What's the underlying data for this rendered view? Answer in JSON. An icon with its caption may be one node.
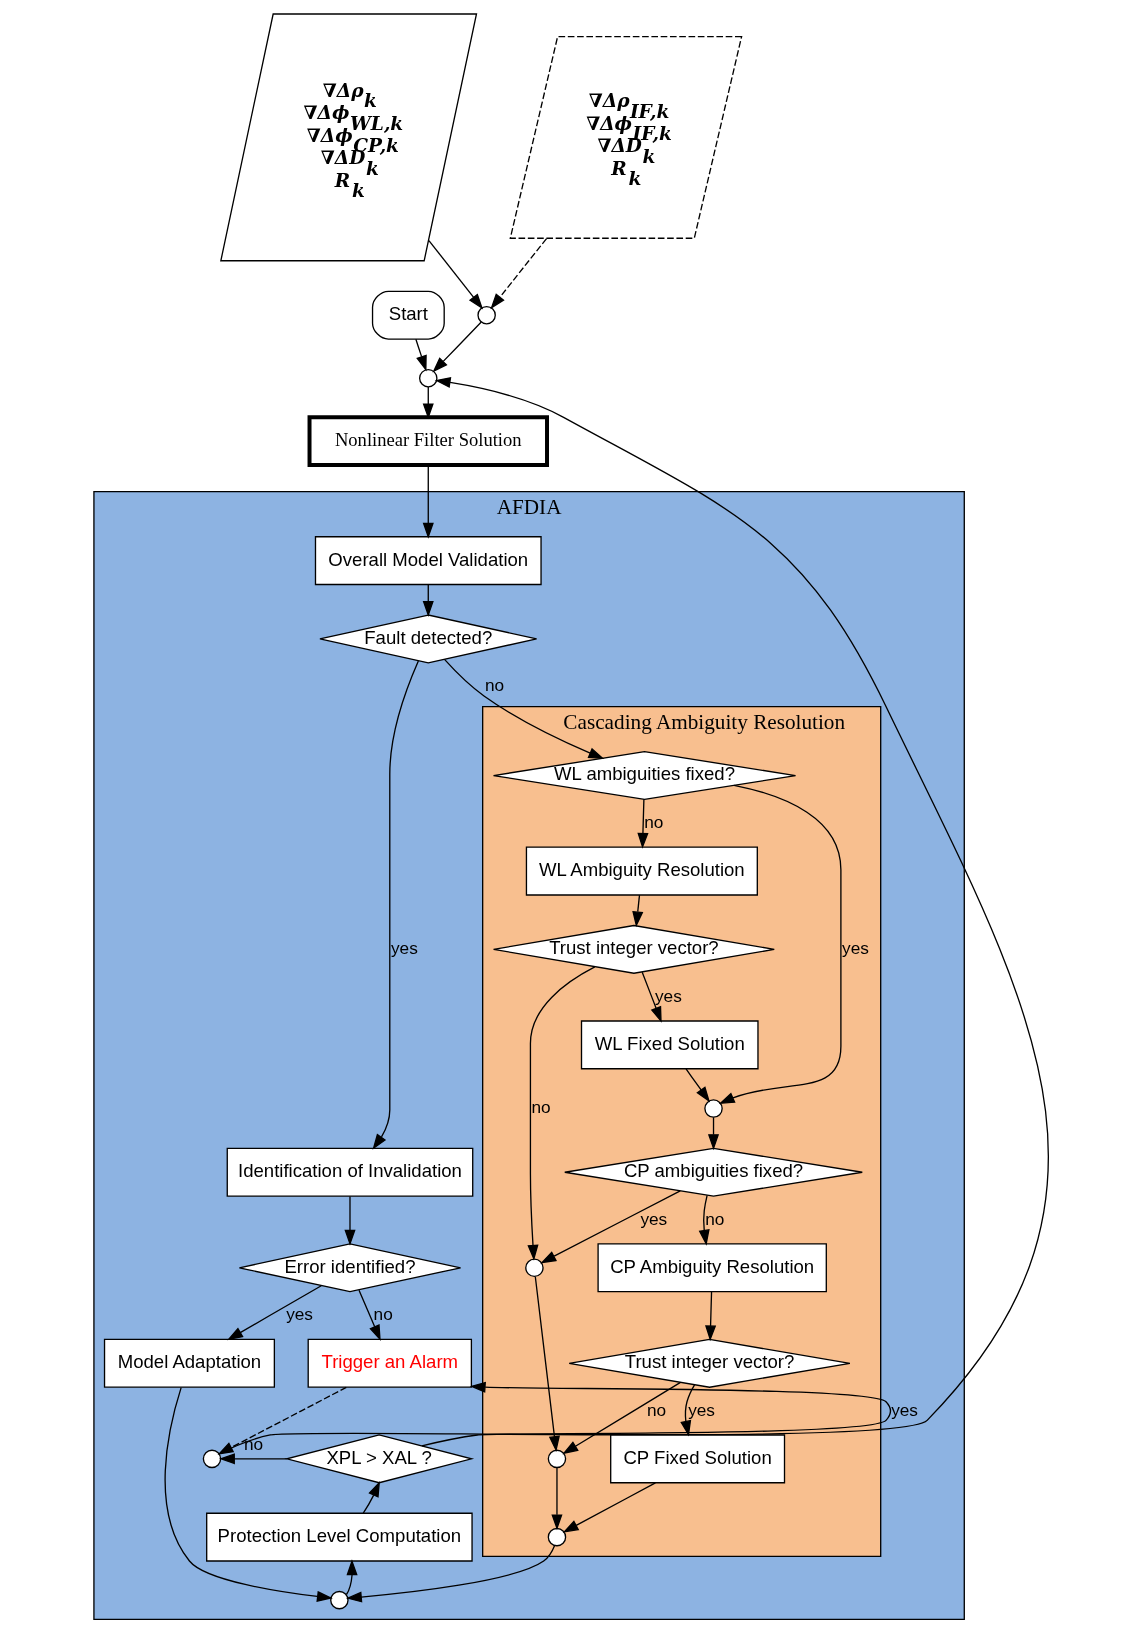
{
  "diagram": {
    "nodes": [
      {
        "text": [
          "Start"
        ]
      },
      {
        "text": [],
        "shape": "circle"
      },
      {
        "text": [],
        "shape": "circle"
      },
      {
        "text": [
          "∇Δρ$_{k}$",
          "∇Δϕ$_{WL,k}$",
          "∇Δϕ$_{CP,k}$",
          "∇ΔD$_{k}$",
          "R$_{k}$"
        ]
      },
      {
        "text": [
          "∇Δρ$_{IF,k}$",
          "∇Δϕ$_{IF,k}$",
          "∇ΔD$_{k}$",
          "R$_{k}$"
        ]
      },
      {
        "text": [
          "Nonlinear Filter Solution"
        ]
      },
      {
        "text": [
          "AFDIA"
        ]
      },
      {
        "text": [
          "Overall Model Validation"
        ],
        "in": 6
      },
      {
        "text": [
          "Fault detected?"
        ],
        "in": 6
      },
      {
        "text": [
          "Identification of Invalidation"
        ],
        "in": 6
      },
      {
        "text": [
          "Error identified?"
        ],
        "in": 6
      },
      {
        "text": [
          "Model Adaptation"
        ],
        "in": 6
      },
      {
        "text": [
          "Trigger an Alarm"
        ],
        "in": 6
      },
      {
        "text": [],
        "shape": "circle",
        "in": 6
      },
      {
        "text": [
          "XPL > XAL ?"
        ],
        "in": 6
      },
      {
        "text": [
          "Protection Level Computation"
        ],
        "in": 6
      },
      {
        "text": [],
        "shape": "circle",
        "in": 6
      },
      {
        "text": [
          "Cascading Ambiguity Resolution"
        ],
        "in": 6
      },
      {
        "text": [
          "WL ambiguities fixed?"
        ],
        "in": 17
      },
      {
        "text": [
          "WL Ambiguity Resolution"
        ],
        "in": 17
      },
      {
        "text": [
          "Trust integer vector?"
        ],
        "in": 17
      },
      {
        "text": [
          "WL Fixed Solution"
        ],
        "in": 17
      },
      {
        "text": [],
        "shape": "circle",
        "in": 17
      },
      {
        "text": [
          "CP ambiguities fixed?"
        ],
        "in": 17
      },
      {
        "text": [],
        "shape": "circle",
        "in": 17
      },
      {
        "text": [
          "CP Ambiguity Resolution"
        ],
        "in": 17
      },
      {
        "text": [
          "Trust integer vector?"
        ],
        "in": 17
      },
      {
        "text": [],
        "shape": "circle",
        "in": 17
      },
      {
        "text": [
          "CP Fixed Solution"
        ],
        "in": 17
      },
      {
        "text": [],
        "shape": "circle",
        "in": 17
      }
    ],
    "edges": [
      {
        "from": 0,
        "to": 1,
        "arrow": "to"
      },
      {
        "from": 1,
        "to": 5,
        "arrow": "to"
      },
      {
        "from": 2,
        "to": 1,
        "arrow": "to"
      },
      {
        "from": 3,
        "to": 2,
        "arrow": "to"
      },
      {
        "from": 4,
        "to": 2,
        "arrow": "to",
        "style": "dashed"
      },
      {
        "from": 5,
        "to": 7,
        "arrow": "to"
      },
      {
        "from": 7,
        "to": 8,
        "arrow": "to"
      },
      {
        "from": 8,
        "to": 9,
        "arrow": "to",
        "label": "yes"
      },
      {
        "from": 8,
        "to": 18,
        "arrow": "to",
        "label": "no"
      },
      {
        "from": 9,
        "to": 10,
        "arrow": "to"
      },
      {
        "from": 10,
        "to": 11,
        "arrow": "to",
        "label": "yes"
      },
      {
        "from": 10,
        "to": 12,
        "arrow": "to",
        "label": "no"
      },
      {
        "from": 11,
        "to": 16,
        "arrow": "to"
      },
      {
        "from": 12,
        "to": 13,
        "arrow": "to",
        "style": "dashed"
      },
      {
        "from": 13,
        "to": 1,
        "arrow": "to"
      },
      {
        "from": 14,
        "to": 12,
        "arrow": "to",
        "label": "yes"
      },
      {
        "from": 14,
        "to": 13,
        "arrow": "to",
        "label": "no"
      },
      {
        "from": 15,
        "to": 14,
        "arrow": "to"
      },
      {
        "from": 16,
        "to": 15,
        "arrow": "to"
      },
      {
        "from": 18,
        "to": 19,
        "arrow": "to",
        "label": "no"
      },
      {
        "from": 18,
        "to": 22,
        "arrow": "to",
        "label": "yes"
      },
      {
        "from": 19,
        "to": 20,
        "arrow": "to"
      },
      {
        "from": 20,
        "to": 21,
        "arrow": "to",
        "label": "yes"
      },
      {
        "from": 20,
        "to": 24,
        "arrow": "to",
        "label": "no"
      },
      {
        "from": 21,
        "to": 22,
        "arrow": "to"
      },
      {
        "from": 22,
        "to": 23,
        "arrow": "to"
      },
      {
        "from": 23,
        "to": 24,
        "arrow": "to",
        "label": "yes"
      },
      {
        "from": 23,
        "to": 25,
        "arrow": "to",
        "label": "no"
      },
      {
        "from": 24,
        "to": 27,
        "arrow": "to"
      },
      {
        "from": 25,
        "to": 26,
        "arrow": "to"
      },
      {
        "from": 26,
        "to": 27,
        "arrow": "to",
        "label": "no"
      },
      {
        "from": 26,
        "to": 28,
        "arrow": "to",
        "label": "yes"
      },
      {
        "from": 27,
        "to": 29,
        "arrow": "to"
      },
      {
        "from": 28,
        "to": 29,
        "arrow": "to"
      },
      {
        "from": 29,
        "to": 16,
        "arrow": "to"
      }
    ]
  }
}
